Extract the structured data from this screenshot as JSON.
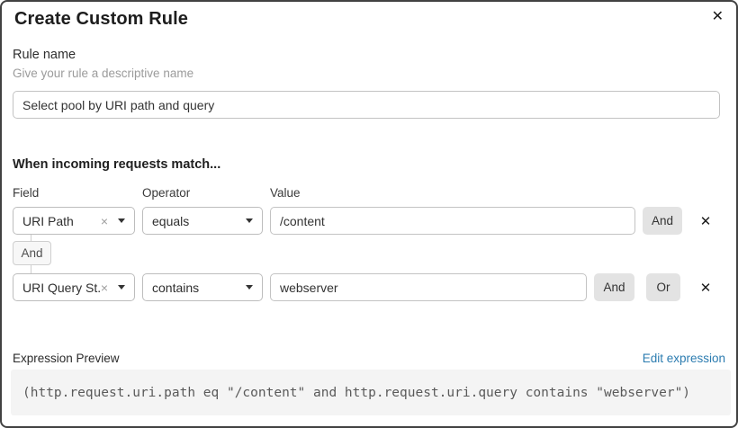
{
  "dialog": {
    "title": "Create Custom Rule"
  },
  "icons": {
    "close": "✕",
    "clear": "×",
    "delete": "✕"
  },
  "rule_name": {
    "label": "Rule name",
    "helper": "Give your rule a descriptive name",
    "value": "Select pool by URI path and query"
  },
  "match": {
    "heading": "When incoming requests match...",
    "columns": {
      "field": "Field",
      "operator": "Operator",
      "value": "Value"
    },
    "rows": [
      {
        "field": "URI Path",
        "operator": "equals",
        "value": "/content",
        "buttons": [
          "And"
        ]
      },
      {
        "field": "URI Query St...",
        "operator": "contains",
        "value": "webserver",
        "buttons": [
          "And",
          "Or"
        ]
      }
    ],
    "connector_label": "And"
  },
  "expression": {
    "label": "Expression Preview",
    "edit_link": "Edit expression",
    "code": "(http.request.uri.path eq \"/content\" and http.request.uri.query contains \"webserver\")"
  },
  "colors": {
    "link": "#2c7cb0",
    "chip_button_bg": "#e3e3e3",
    "code_box_bg": "#f4f4f4",
    "modal_border": "#424242"
  }
}
